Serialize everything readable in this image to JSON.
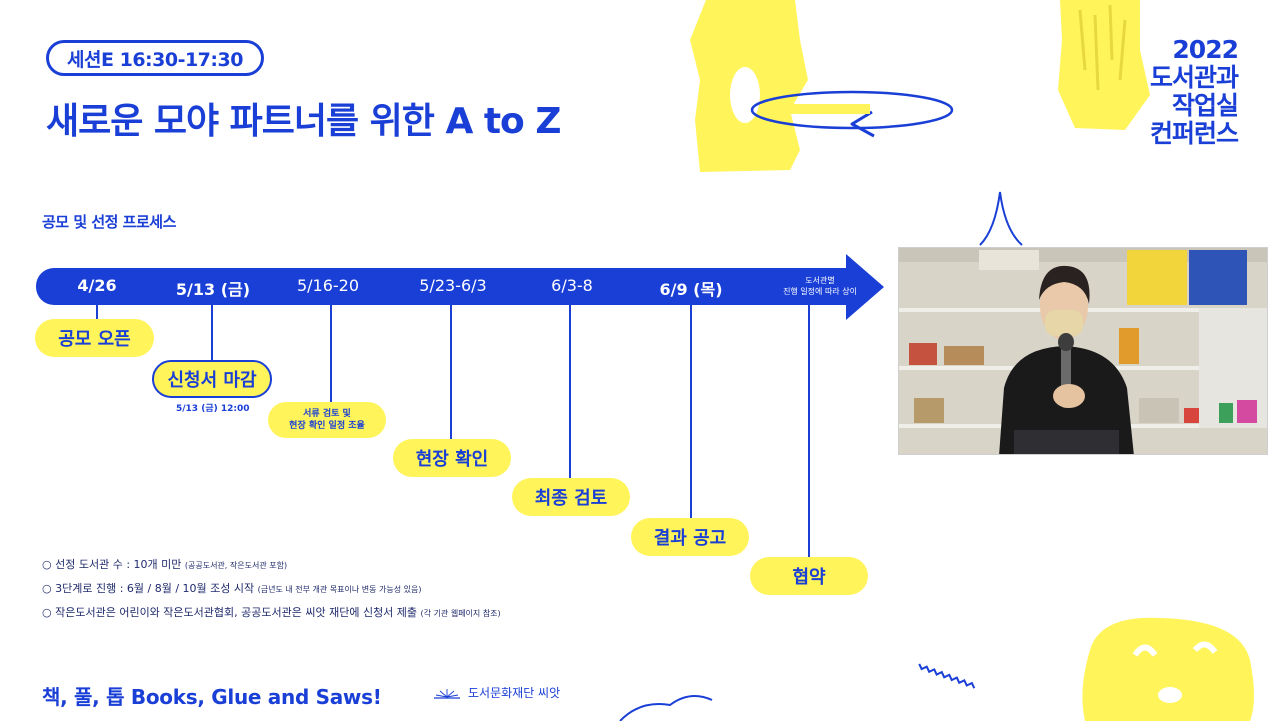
{
  "header": {
    "session_badge": "세션E 16:30-17:30",
    "title": "새로운 모야 파트너를 위한 A to Z",
    "conference_lines": [
      "2022",
      "도서관과",
      "작업실",
      "컨퍼런스"
    ]
  },
  "process": {
    "label": "공모 및 선정 프로세스",
    "dates": [
      "4/26",
      "5/13 (금)",
      "5/16-20",
      "5/23-6/3",
      "6/3-8",
      "6/9 (목)"
    ],
    "end_note_lines": [
      "도서관별",
      "진행 일정에 따라 상이"
    ],
    "steps": [
      {
        "label": "공모 오픈"
      },
      {
        "label": "신청서 마감",
        "sub": "5/13 (금) 12:00"
      },
      {
        "lines": [
          "서류 검토 및",
          "현장 확인 일정 조율"
        ]
      },
      {
        "label": "현장 확인"
      },
      {
        "label": "최종 검토"
      },
      {
        "label": "결과 공고"
      },
      {
        "label": "협약"
      }
    ]
  },
  "notes": [
    {
      "main": "선정 도서관 수 : 10개 미만",
      "small": "(공공도서관, 작은도서관 포함)"
    },
    {
      "main": "3단계로 진행 : 6월 / 8월 / 10월 조성 시작",
      "small": "(금년도 내 전부 개관 목표이나 변동 가능성 있음)"
    },
    {
      "main": "작은도서관은 어린이와 작은도서관협회, 공공도서관은 씨앗 재단에 신청서 제출",
      "small": "(각 기관 웹페이지 참조)"
    }
  ],
  "note_bullet": "○",
  "footer": {
    "title": "책, 풀, 톱  Books, Glue and Saws!",
    "org": "도서문화재단 씨앗"
  },
  "colors": {
    "blue": "#1a3fd6",
    "yellow": "#fff45a",
    "background": "#ffffff"
  }
}
